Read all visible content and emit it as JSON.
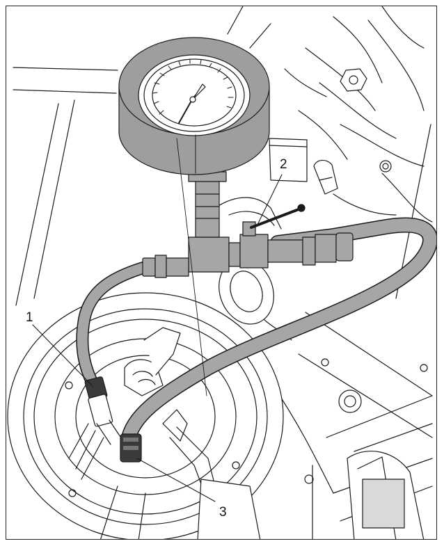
{
  "callouts": [
    {
      "label": "1",
      "meaning": "fuel-line-connector"
    },
    {
      "label": "2",
      "meaning": "gauge-valve-handle"
    },
    {
      "label": "3",
      "meaning": "pump-outlet-connector"
    }
  ],
  "colors": {
    "line": "#1a1a1a",
    "hose": "#a6a6a6",
    "gauge_body": "#9e9e9e",
    "dark": "#3a3a3a",
    "fill_light": "#d9d9d9"
  }
}
